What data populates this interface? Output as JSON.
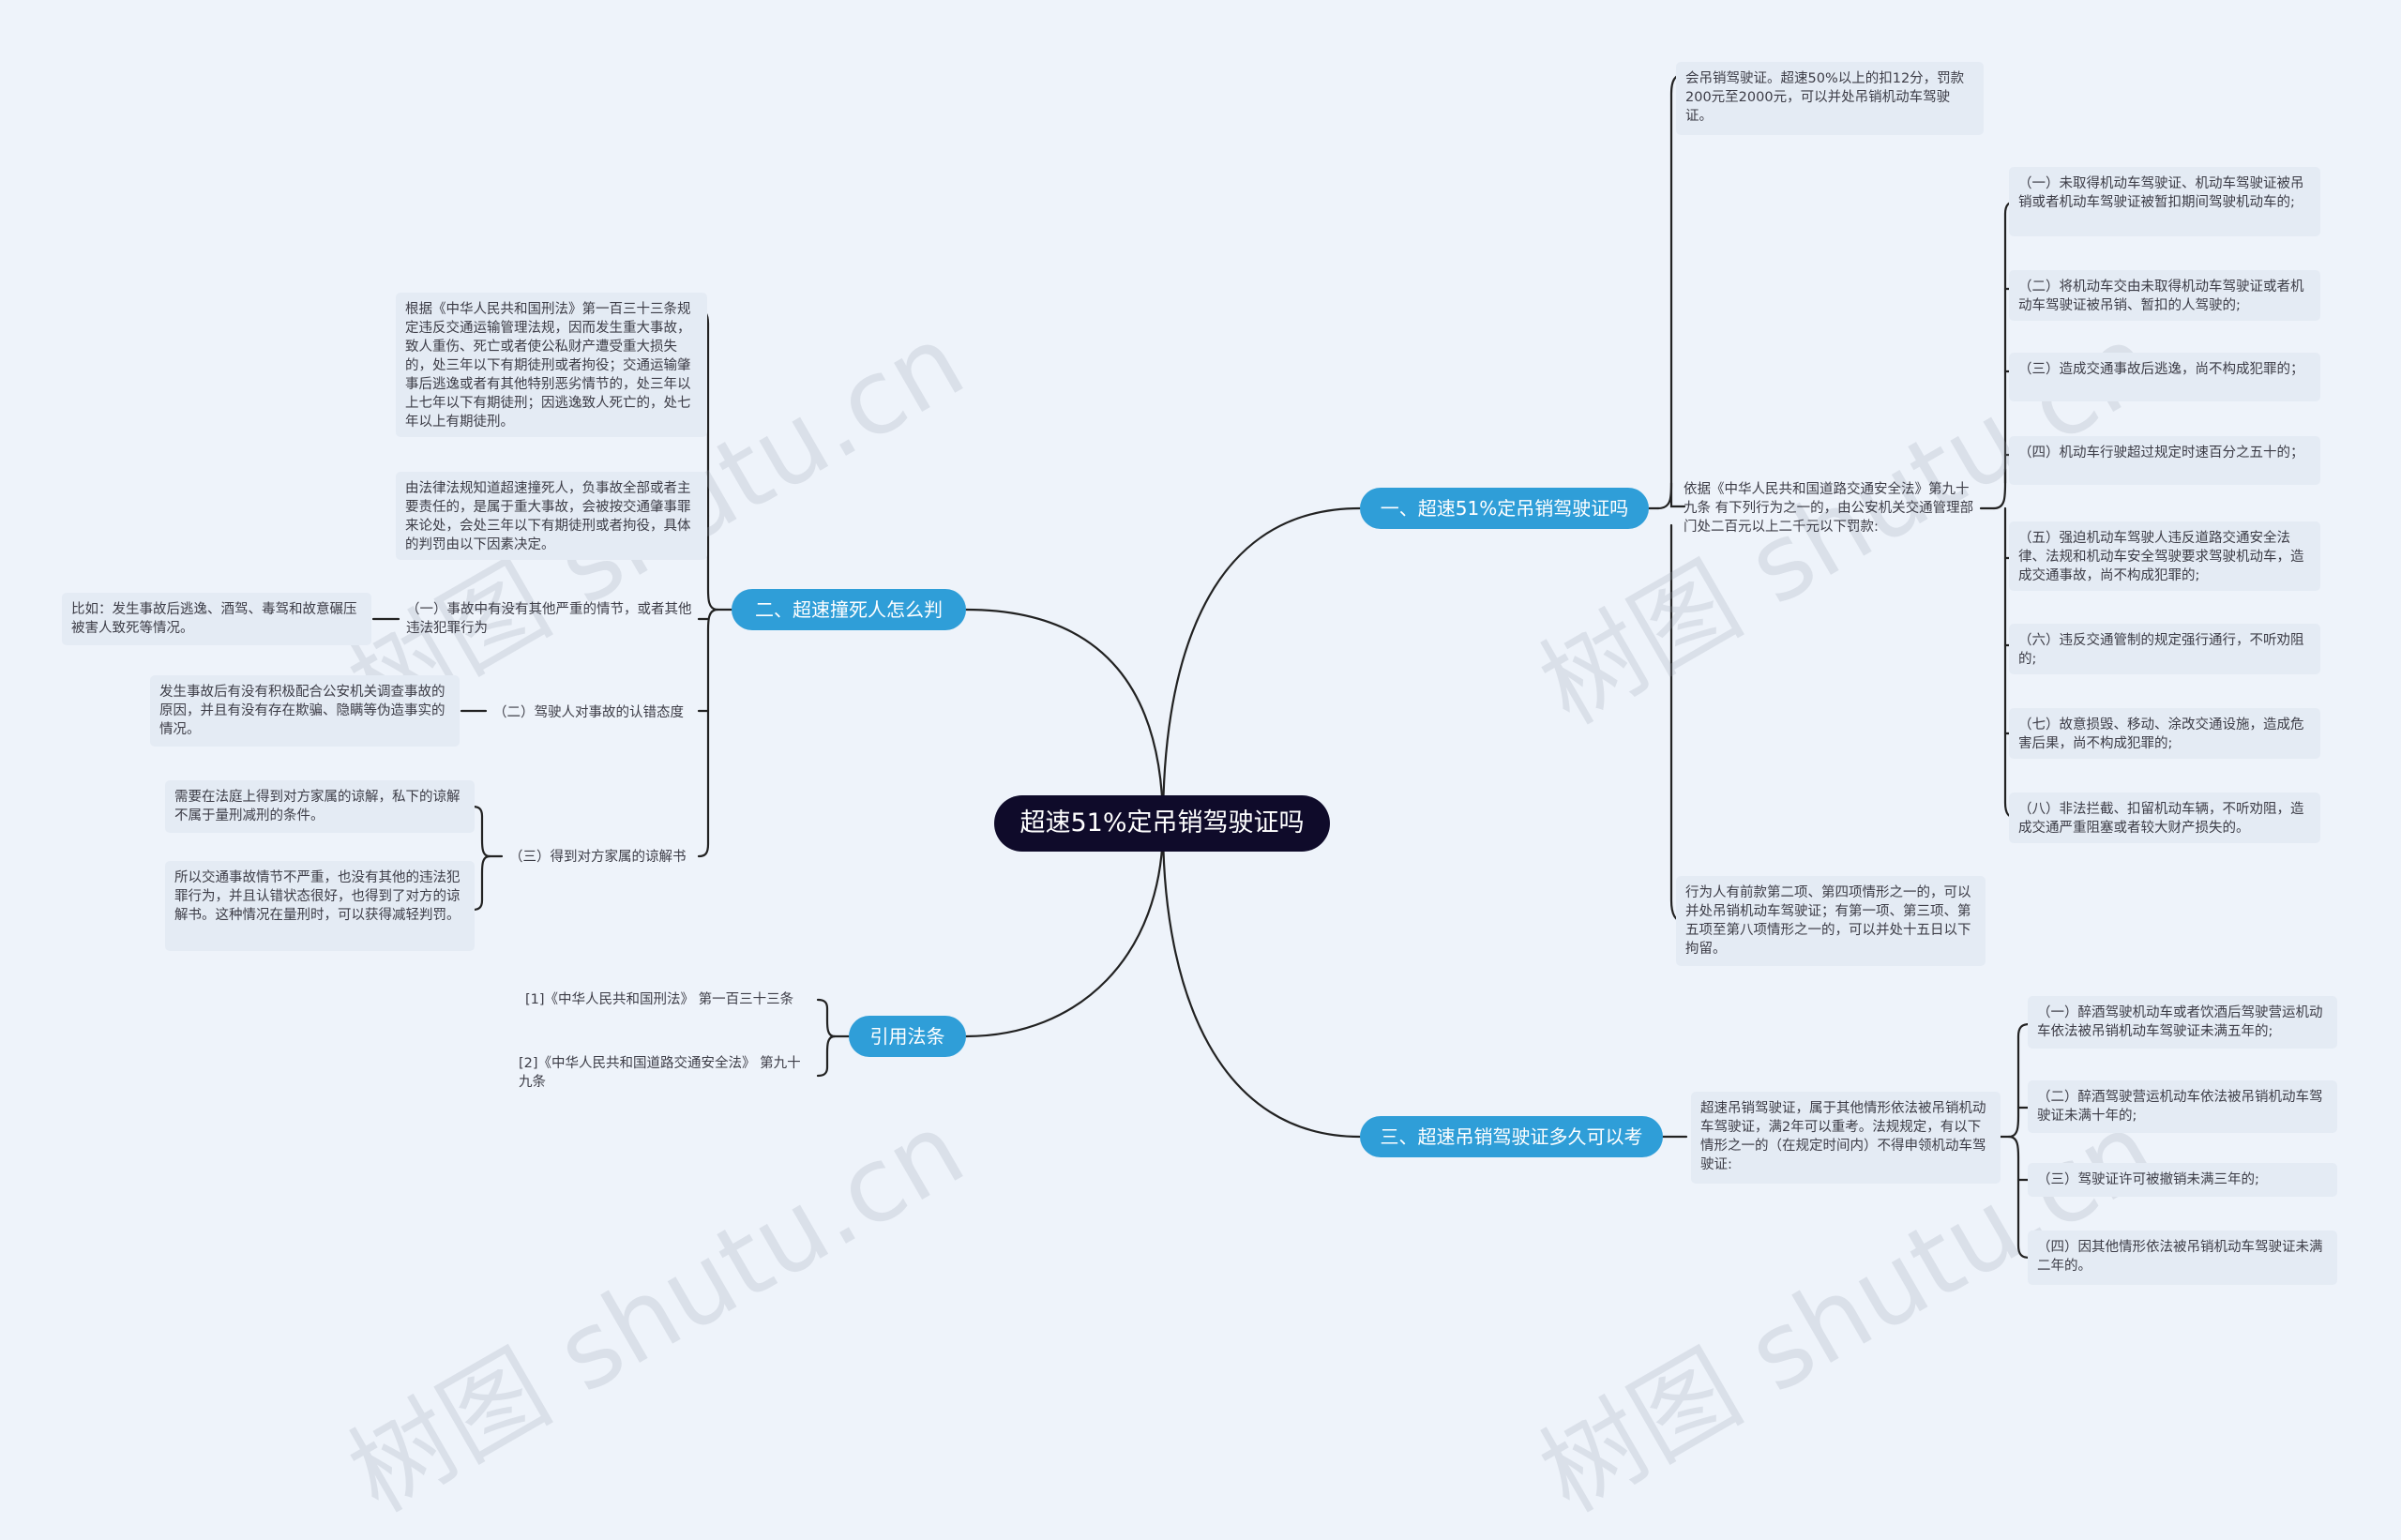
{
  "root": "超速51%定吊销驾驶证吗",
  "b1": {
    "label": "一、超速51%定吊销驾驶证吗",
    "intro": "会吊销驾驶证。超速50%以上的扣12分，罚款200元至2000元，可以并处吊销机动车驾驶证。",
    "basis": "依据《中华人民共和国道路交通安全法》第九十九条 有下列行为之一的，由公安机关交通管理部门处二百元以上二千元以下罚款:",
    "items": [
      "（一）未取得机动车驾驶证、机动车驾驶证被吊销或者机动车驾驶证被暂扣期间驾驶机动车的;",
      "（二）将机动车交由未取得机动车驾驶证或者机动车驾驶证被吊销、暂扣的人驾驶的;",
      "（三）造成交通事故后逃逸，尚不构成犯罪的；",
      "（四）机动车行驶超过规定时速百分之五十的；",
      "（五）强迫机动车驾驶人违反道路交通安全法律、法规和机动车安全驾驶要求驾驶机动车，造成交通事故，尚不构成犯罪的;",
      "（六）违反交通管制的规定强行通行，不听劝阻的;",
      "（七）故意损毁、移动、涂改交通设施，造成危害后果，尚不构成犯罪的;",
      "（八）非法拦截、扣留机动车辆，不听劝阻，造成交通严重阻塞或者较大财产损失的。"
    ],
    "penalty": "行为人有前款第二项、第四项情形之一的，可以并处吊销机动车驾驶证；有第一项、第三项、第五项至第八项情形之一的，可以并处十五日以下拘留。"
  },
  "b2": {
    "label": "二、超速撞死人怎么判",
    "law": "根据《中华人民共和国刑法》第一百三十三条规定违反交通运输管理法规，因而发生重大事故，致人重伤、死亡或者使公私财产遭受重大损失的，处三年以下有期徒刑或者拘役；交通运输肇事后逃逸或者有其他特别恶劣情节的，处三年以上七年以下有期徒刑；因逃逸致人死亡的，处七年以上有期徒刑。",
    "knowing": "由法律法规知道超速撞死人，负事故全部或者主要责任的，是属于重大事故，会被按交通肇事罪来论处，会处三年以下有期徒刑或者拘役，具体的判罚由以下因素决定。",
    "f1": "（一）事故中有没有其他严重的情节，或者其他违法犯罪行为",
    "f1_example": "比如：发生事故后逃逸、酒驾、毒驾和故意碾压被害人致死等情况。",
    "f2": "（二）驾驶人对事故的认错态度",
    "f2_detail": "发生事故后有没有积极配合公安机关调查事故的原因，并且有没有存在欺骗、隐瞒等伪造事实的情况。",
    "f3": "（三）得到对方家属的谅解书",
    "f3_a": "需要在法庭上得到对方家属的谅解，私下的谅解不属于量刑减刑的条件。",
    "f3_b": "所以交通事故情节不严重，也没有其他的违法犯罪行为，并且认错状态很好，也得到了对方的谅解书。这种情况在量刑时，可以获得减轻判罚。"
  },
  "b3": {
    "label": "引用法条",
    "c1": "[1]《中华人民共和国刑法》 第一百三十三条",
    "c2": "[2]《中华人民共和国道路交通安全法》 第九十九条"
  },
  "b4": {
    "label": "三、超速吊销驾驶证多久可以考",
    "intro": "超速吊销驾驶证，属于其他情形依法被吊销机动车驾驶证，满2年可以重考。法规规定，有以下情形之一的（在规定时间内）不得申领机动车驾驶证:",
    "items": [
      "（一）醉酒驾驶机动车或者饮酒后驾驶营运机动车依法被吊销机动车驾驶证未满五年的;",
      "（二）醉酒驾驶营运机动车依法被吊销机动车驾驶证未满十年的;",
      "（三）驾驶证许可被撤销未满三年的;",
      "（四）因其他情形依法被吊销机动车驾驶证未满二年的。"
    ]
  },
  "colors": {
    "root": "#0f0b2a",
    "branch": "#2f9ed8",
    "leaf": "#e4ebf4",
    "line": "#222222"
  }
}
